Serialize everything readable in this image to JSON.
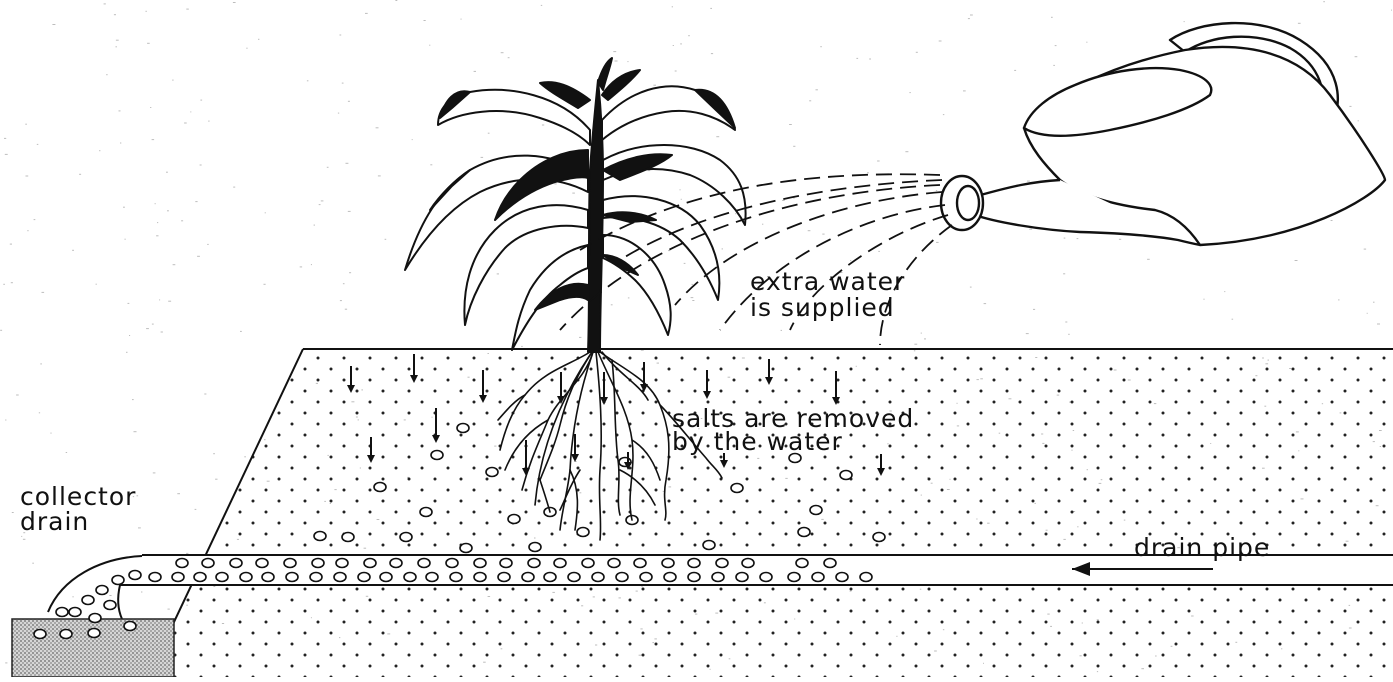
{
  "labels": {
    "extra_water_line1": "extra water",
    "extra_water_line2": "is supplied",
    "salts_line1": "salts are removed",
    "salts_line2": "by the water",
    "collector_line1": "collector",
    "collector_line2": "drain",
    "drain_pipe": "drain pipe"
  },
  "colors": {
    "ink": "#111111",
    "paper": "#ffffff",
    "stipple": "#bdbdbd"
  }
}
